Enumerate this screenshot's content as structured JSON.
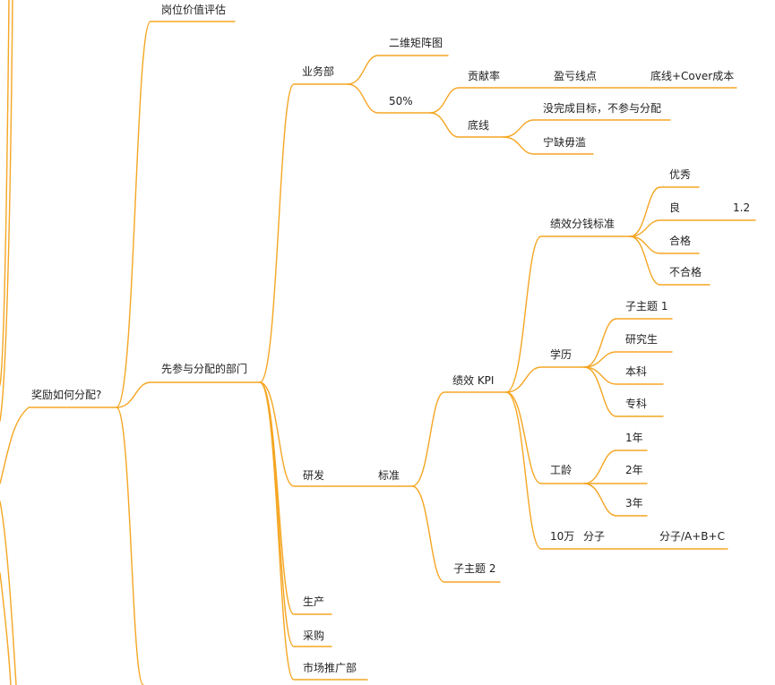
{
  "mindmap": {
    "line_color": "#f5a623",
    "root": {
      "label": "奖励如何分配?"
    },
    "branches": {
      "job_value": "岗位价值评估",
      "first_dept": "先参与分配的部门",
      "business": "业务部",
      "matrix": "二维矩阵图",
      "pct50": "50%",
      "contribution": "贡献率",
      "breakeven": "盈亏线点",
      "baseline_cover": "底线+Cover成本",
      "baseline": "底线",
      "no_target": "没完成目标，不参与分配",
      "rather_none": "宁缺毋滥",
      "rnd": "研发",
      "standard": "标准",
      "kpi": "绩效 KPI",
      "perf_grade": "绩效分钱标准",
      "excellent": "优秀",
      "good": "良",
      "good_value": "1.2",
      "qualified": "合格",
      "unqualified": "不合格",
      "education": "学历",
      "subtopic1": "子主题 1",
      "master": "研究生",
      "bachelor": "本科",
      "college": "专科",
      "seniority": "工龄",
      "y1": "1年",
      "y2": "2年",
      "y3": "3年",
      "pool_10w": "10万",
      "numerator": "分子",
      "formula": "分子/A+B+C",
      "subtopic2": "子主题 2",
      "production": "生产",
      "purchasing": "采购",
      "marketing": "市场推广部"
    }
  }
}
